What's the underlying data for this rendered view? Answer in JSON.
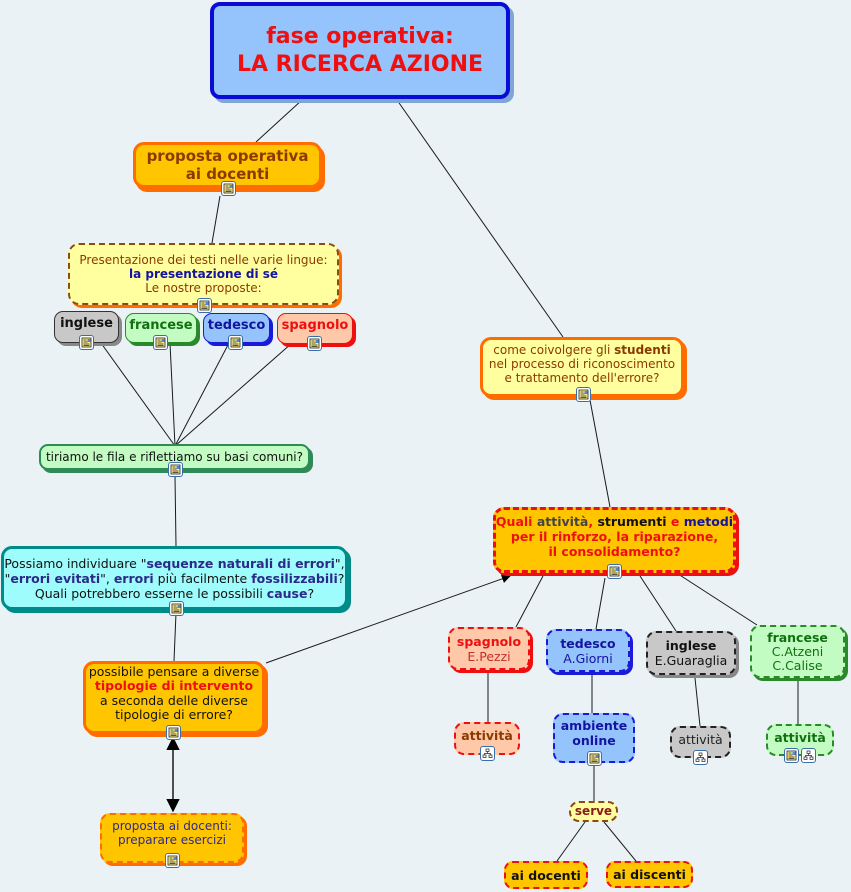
{
  "colors": {
    "background": "#eaf2f6",
    "title_fill": "#94c4fb",
    "title_border": "#0b0bd8",
    "title_text": "#ee1010",
    "orange_fill": "#ffc600",
    "orange_border": "#ff6d00",
    "brown_text": "#8a3a00",
    "navy_text": "#2a2a8a",
    "red_text": "#ee1010"
  },
  "nodes": {
    "title": {
      "line1": "fase operativa:",
      "line2": "LA RICERCA AZIONE"
    },
    "proposta_operativa": {
      "line1": "proposta operativa",
      "line2": "ai docenti"
    },
    "presentazione": {
      "line1": "Presentazione dei testi nelle varie lingue:",
      "line2": "la presentazione di sé",
      "line3": "Le nostre proposte:"
    },
    "lang_top": [
      {
        "label": "inglese"
      },
      {
        "label": "francese"
      },
      {
        "label": "tedesco"
      },
      {
        "label": "spagnolo"
      }
    ],
    "tiriamo": {
      "text": "tiriamo le fila e riflettiamo su basi comuni?"
    },
    "possiamo": {
      "l1a": "Possiamo individuare \"",
      "l1b": "sequenze naturali di errori",
      "l1c": "\",",
      "l2a": "\"",
      "l2b": "errori evitati",
      "l2c": "\", ",
      "l2d": "errori",
      "l2e": " più facilmente ",
      "l2f": "fossilizzabili",
      "l2g": "?",
      "l3a": "Quali potrebbero esserne le possibili ",
      "l3b": "cause",
      "l3c": "?"
    },
    "possibile": {
      "line1": "possibile pensare a diverse",
      "line2": "tipologie di intervento",
      "line3": "a seconda delle diverse",
      "line4": "tipologie di errore?"
    },
    "proposta_docenti": {
      "line1": "proposta ai docenti:",
      "line2": "preparare esercizi"
    },
    "coinvolgere": {
      "l1a": "come coivolgere gli ",
      "l1b": "studenti",
      "line2": "nel processo di riconoscimento",
      "line3": "e trattamento dell'errore?"
    },
    "quali": {
      "w1": "Quali ",
      "w2": "attività",
      "w3": ", ",
      "w4": "strumenti",
      "w5": " e ",
      "w6": "metodi",
      "line2": "per il rinforzo, la riparazione,",
      "line3": "il consolidamento?"
    },
    "lang_bottom": [
      {
        "label": "spagnolo",
        "people": [
          "E.Pezzi"
        ]
      },
      {
        "label": "tedesco",
        "people": [
          "A.Giorni"
        ]
      },
      {
        "label": "inglese",
        "people": [
          "E.Guaraglia"
        ]
      },
      {
        "label": "francese",
        "people": [
          "C.Atzeni",
          "C.Calise"
        ]
      }
    ],
    "attivita": [
      "attività",
      "attività",
      "attività"
    ],
    "ambiente": {
      "line1": "ambiente",
      "line2": "online"
    },
    "serve": {
      "text": "serve"
    },
    "ai_docenti": {
      "text": "ai docenti"
    },
    "ai_discenti": {
      "text": "ai discenti"
    }
  },
  "resource_icons": {
    "document": "document-icon",
    "concept_map": "concept-map-icon"
  }
}
